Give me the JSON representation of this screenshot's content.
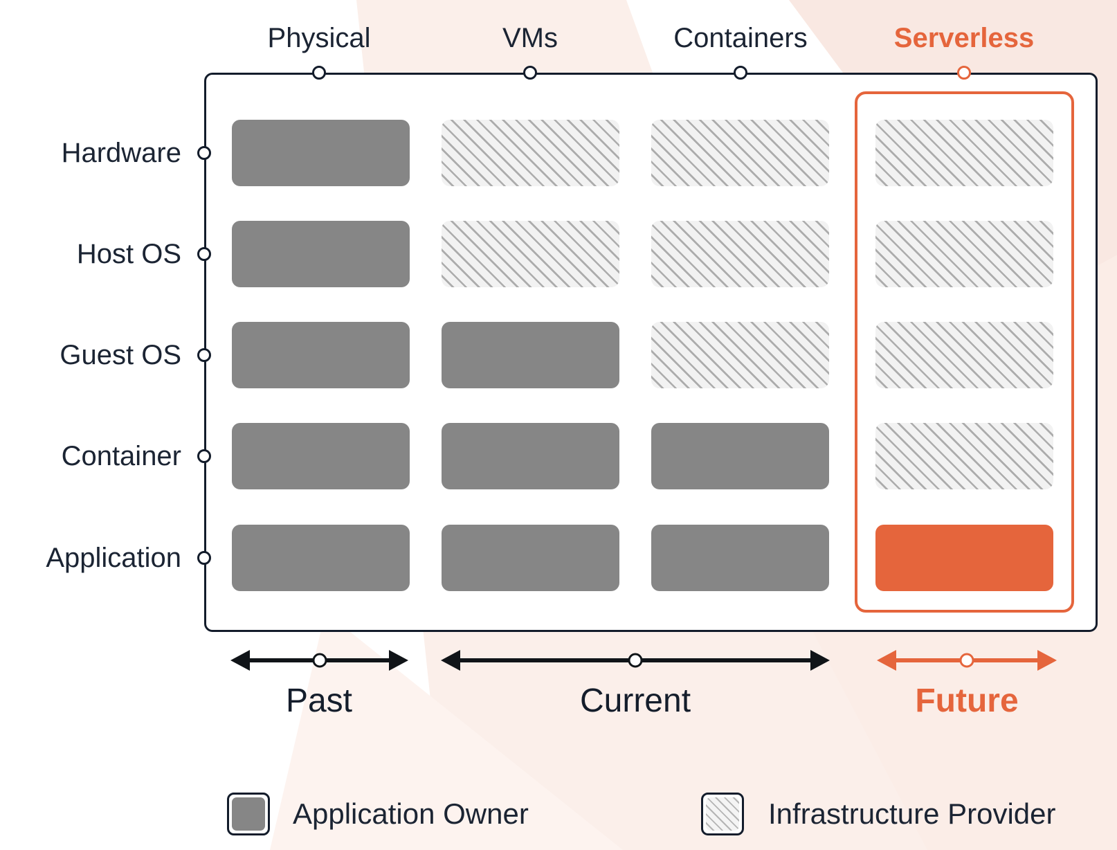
{
  "columns": [
    {
      "id": "physical",
      "label": "Physical",
      "variant": "dark"
    },
    {
      "id": "vms",
      "label": "VMs",
      "variant": "dark"
    },
    {
      "id": "containers",
      "label": "Containers",
      "variant": "dark"
    },
    {
      "id": "serverless",
      "label": "Serverless",
      "variant": "accent"
    }
  ],
  "rows": [
    {
      "id": "hardware",
      "label": "Hardware"
    },
    {
      "id": "host-os",
      "label": "Host OS"
    },
    {
      "id": "guest-os",
      "label": "Guest OS"
    },
    {
      "id": "container",
      "label": "Container"
    },
    {
      "id": "application",
      "label": "Application"
    }
  ],
  "grid": {
    "fills": [
      "solid",
      "hatch",
      "hatch",
      "hatch",
      "solid",
      "hatch",
      "hatch",
      "hatch",
      "solid",
      "solid",
      "hatch",
      "hatch",
      "solid",
      "solid",
      "solid",
      "hatch",
      "solid",
      "solid",
      "solid",
      "accent"
    ]
  },
  "timeline": [
    {
      "id": "past",
      "label": "Past",
      "variant": "dark"
    },
    {
      "id": "current",
      "label": "Current",
      "variant": "dark"
    },
    {
      "id": "future",
      "label": "Future",
      "variant": "accent"
    }
  ],
  "legend": [
    {
      "label": "Application Owner",
      "swatch": "solid"
    },
    {
      "label": "Infrastructure Provider",
      "swatch": "hatch"
    }
  ],
  "colors": {
    "accent": "#E5653C",
    "owner_gray": "#868686",
    "hatch_bg": "#F2F2F2",
    "hatch_line": "#ACACAC",
    "ink": "#1B2433",
    "frame_line": "#131C2B"
  }
}
